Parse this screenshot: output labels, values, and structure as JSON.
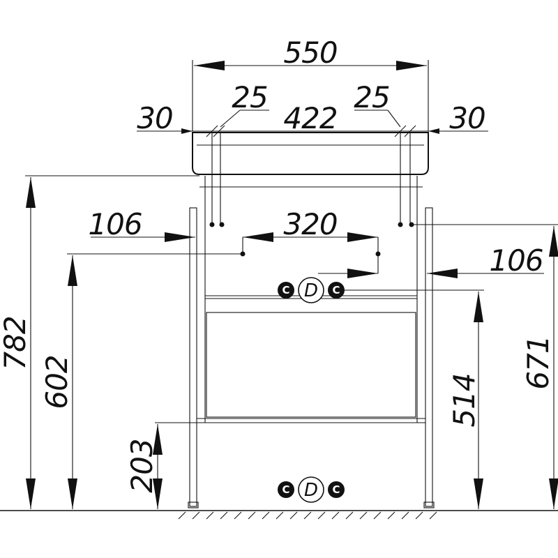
{
  "dimensions": {
    "total_width": "550",
    "inner_width": "422",
    "left_margin": "30",
    "right_margin": "30",
    "left_offset": "25",
    "right_offset": "25",
    "left_inset": "106",
    "right_inset": "106",
    "center_spacing": "320",
    "total_height": "782",
    "outlet_height": "602",
    "upper_connection_height": "514",
    "right_height": "671",
    "lower_height": "203"
  },
  "connectors": {
    "cold": "C",
    "drain": "D",
    "hot": "C"
  }
}
